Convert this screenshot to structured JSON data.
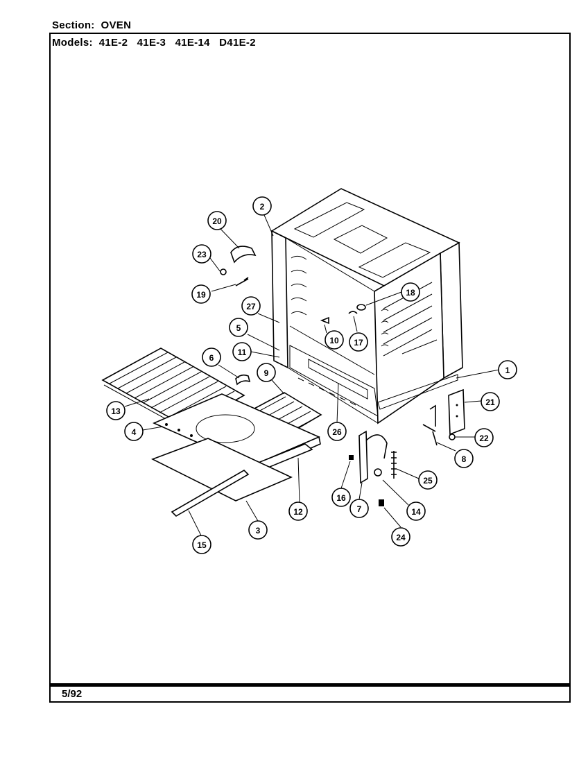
{
  "header": {
    "section_label": "Section:",
    "section_value": "OVEN",
    "models_label": "Models:",
    "models": [
      "41E-2",
      "41E-3",
      "41E-14",
      "D41E-2"
    ]
  },
  "footer": {
    "date": "5/92"
  },
  "callouts": [
    "1",
    "2",
    "3",
    "4",
    "5",
    "6",
    "7",
    "8",
    "9",
    "10",
    "11",
    "12",
    "13",
    "14",
    "15",
    "16",
    "17",
    "18",
    "19",
    "20",
    "21",
    "22",
    "23",
    "24",
    "25",
    "26",
    "27"
  ]
}
